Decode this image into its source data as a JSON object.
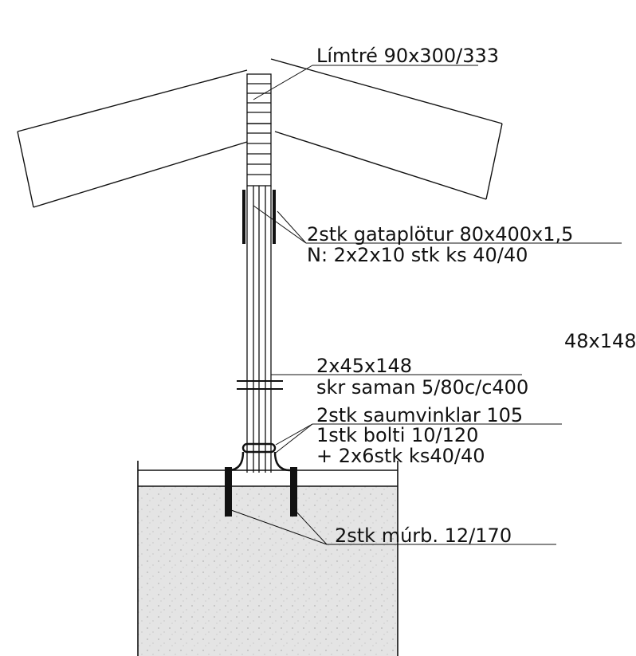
{
  "labels": {
    "glulam": "Límtré 90x300/333",
    "gusset_plates": "2stk gataplötur 80x400x1,5",
    "gusset_nails": "N: 2x2x10 stk ks 40/40",
    "partial_dim": "48x148",
    "stud": "2x45x148",
    "stud_screws": "skr saman 5/80c/c400",
    "brackets": "2stk saumvinklar 105",
    "bolt": "1stk bolti 10/120",
    "bracket_nails": "+ 2x6stk ks40/40",
    "anchor_bolts": "2stk múrb. 12/170"
  },
  "colors": {
    "line": "#111111",
    "concrete": "#e4e4e4",
    "background": "#ffffff"
  }
}
